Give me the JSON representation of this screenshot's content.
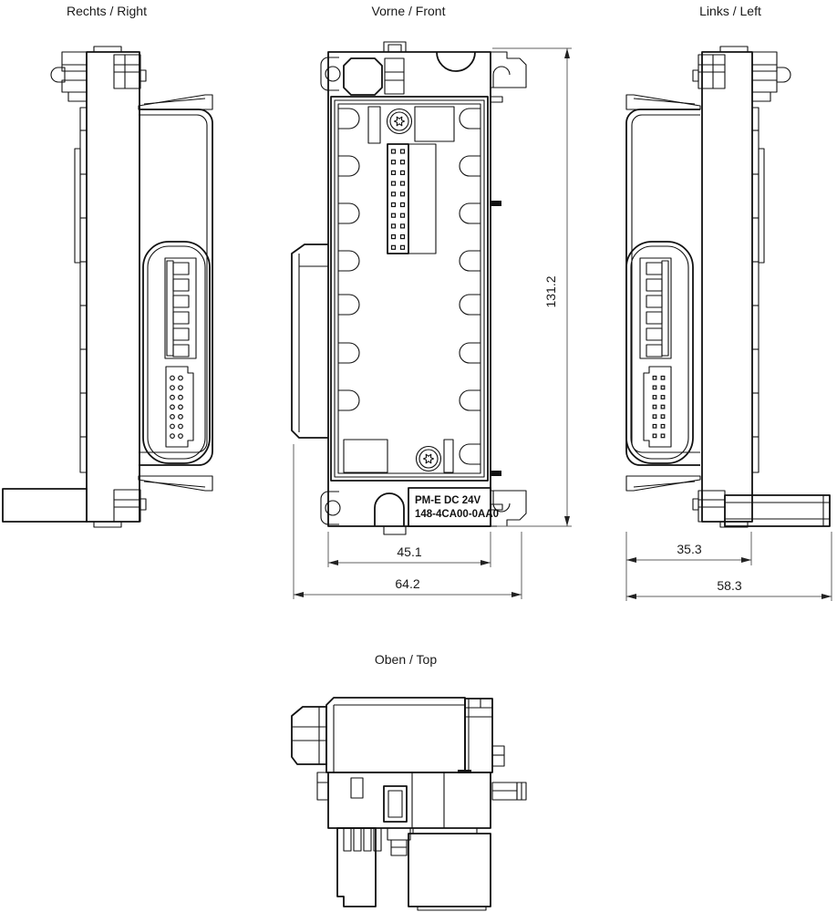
{
  "drawing": {
    "views": {
      "right": {
        "label": "Rechts / Right"
      },
      "front": {
        "label": "Vorne / Front"
      },
      "left": {
        "label": "Links / Left"
      },
      "top": {
        "label": "Oben / Top"
      }
    },
    "module_label": {
      "line1": "PM-E DC 24V",
      "line2": "148-4CA00-0AA0"
    },
    "dimensions_mm": {
      "height": "131.2",
      "front_body_width": "45.1",
      "front_overall_width": "64.2",
      "side_body_depth": "35.3",
      "side_overall_depth": "58.3"
    },
    "colors": {
      "line": "#111111",
      "dimension": "#606060",
      "text": "#1a1a1a",
      "background": "#ffffff"
    }
  }
}
